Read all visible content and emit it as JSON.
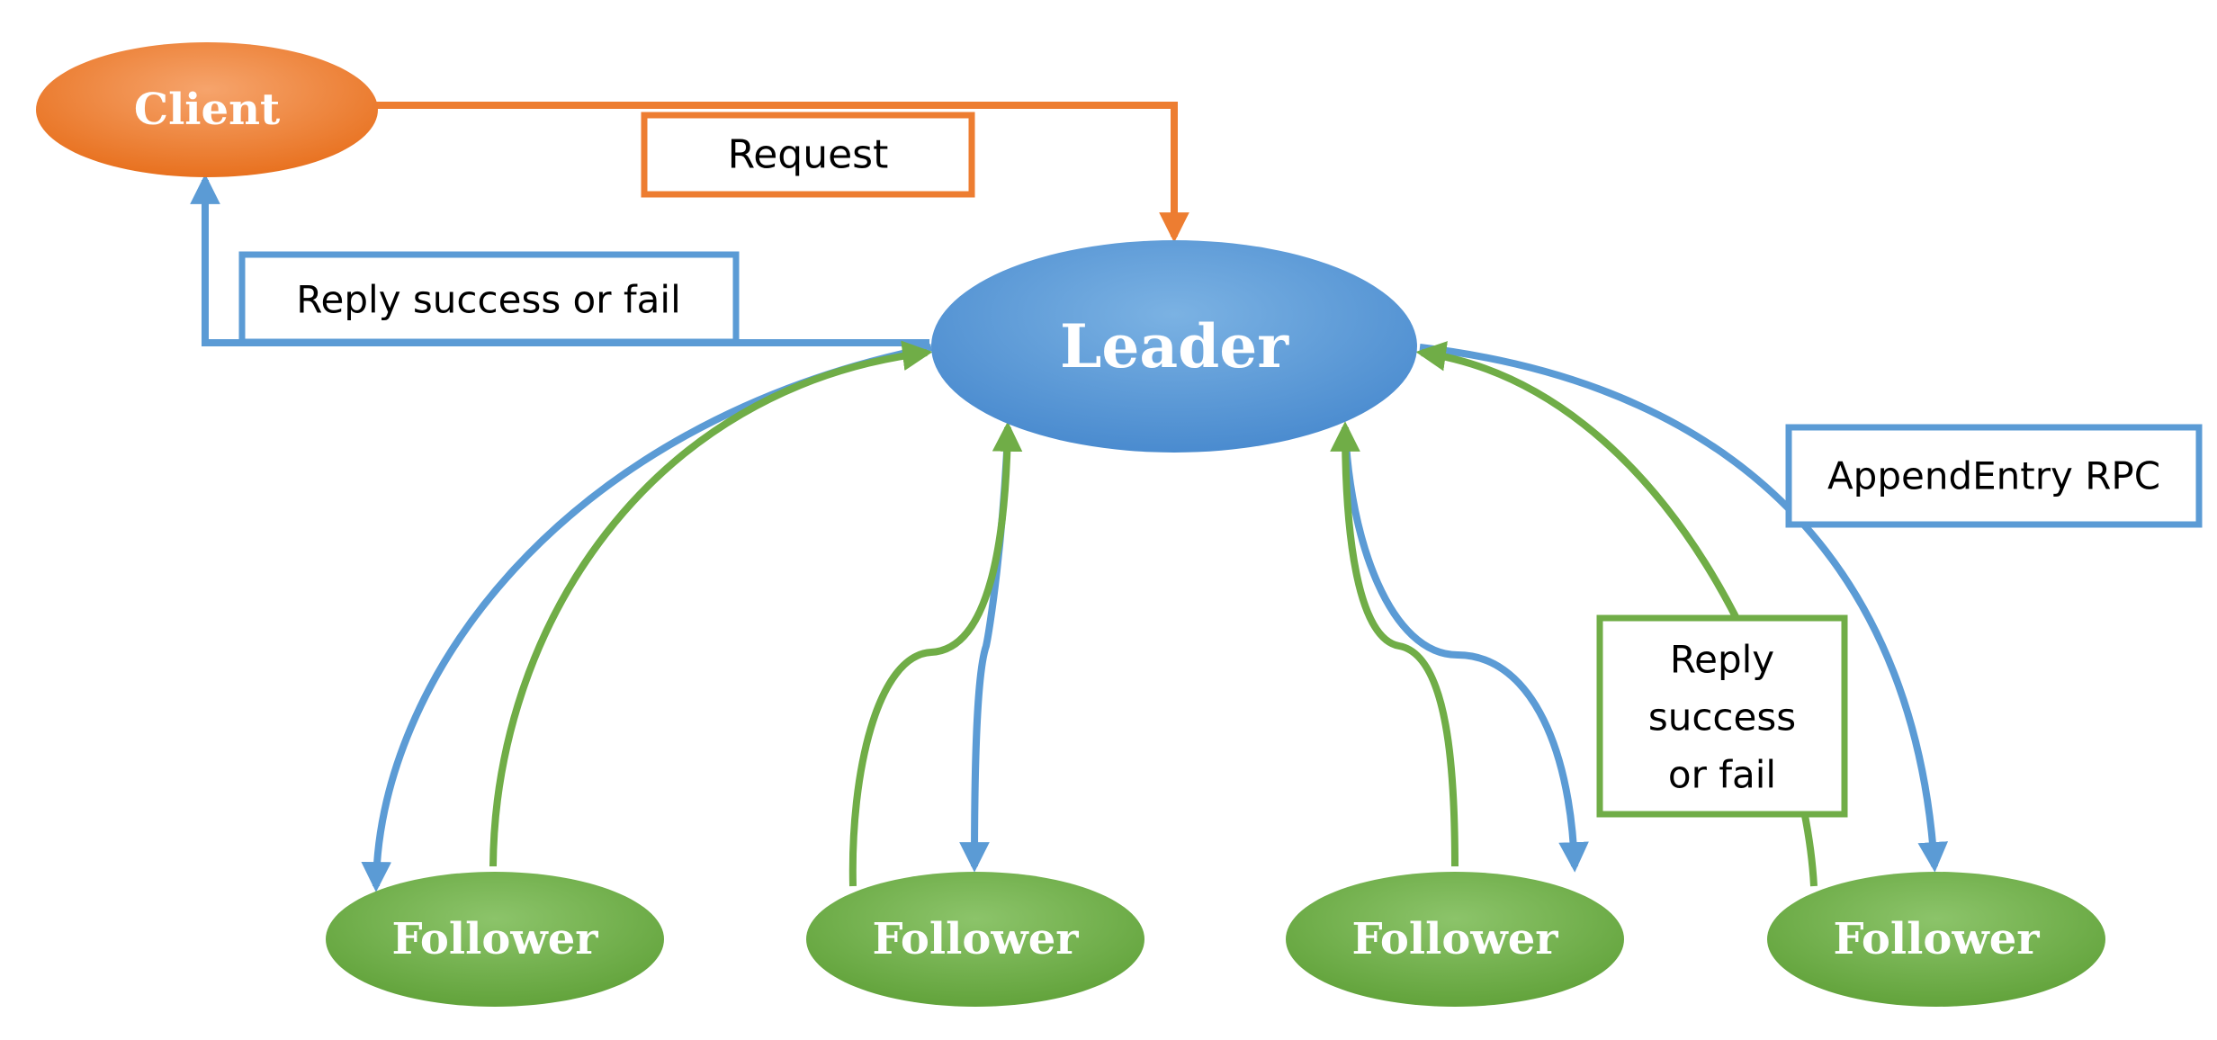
{
  "nodes": {
    "client": "Client",
    "leader": "Leader",
    "followers": [
      "Follower",
      "Follower",
      "Follower",
      "Follower"
    ]
  },
  "labels": {
    "request": "Request",
    "reply_client": "Reply success or fail",
    "append_entry": "AppendEntry RPC",
    "reply_follower": [
      "Reply",
      "success",
      "or fail"
    ]
  },
  "colors": {
    "client": "#ED7D31",
    "leader": "#5B9BD5",
    "follower": "#70AD47",
    "rpc_arrow": "#5B9BD5",
    "reply_arrow": "#70AD47",
    "request_arrow": "#ED7D31"
  }
}
